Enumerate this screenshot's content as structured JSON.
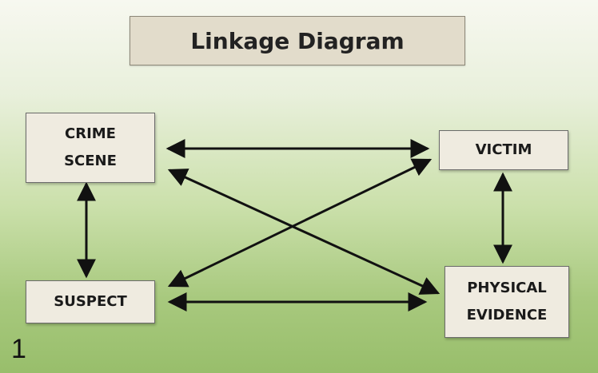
{
  "title": "Linkage Diagram",
  "nodes": {
    "crime_scene": "CRIME\nSCENE",
    "victim": "VICTIM",
    "suspect": "SUSPECT",
    "physical_evidence": "PHYSICAL\nEVIDENCE"
  },
  "edges": [
    {
      "from": "crime_scene",
      "to": "victim",
      "direction": "both"
    },
    {
      "from": "crime_scene",
      "to": "physical_evidence",
      "direction": "both"
    },
    {
      "from": "suspect",
      "to": "victim",
      "direction": "both"
    },
    {
      "from": "suspect",
      "to": "physical_evidence",
      "direction": "both"
    },
    {
      "from": "crime_scene",
      "to": "suspect",
      "direction": "both"
    },
    {
      "from": "victim",
      "to": "physical_evidence",
      "direction": "both"
    }
  ],
  "page_number": "1"
}
